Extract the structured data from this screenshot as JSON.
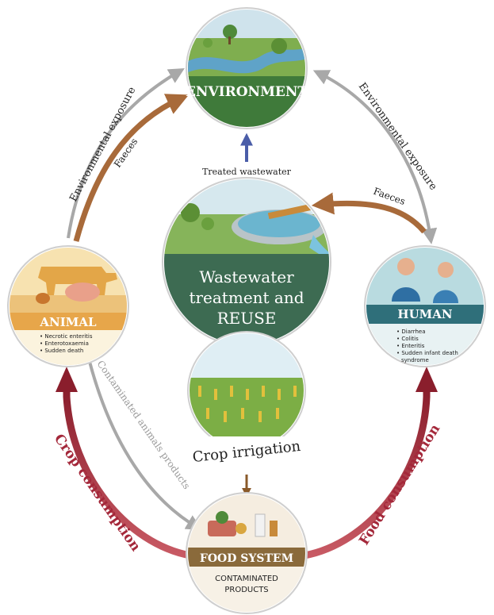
{
  "nodes": {
    "environment": {
      "title": "ENVIRONMENT"
    },
    "animal": {
      "title": "ANIMAL",
      "conditions": [
        "Necrotic enteritis",
        "Enterotoxaemia",
        "Sudden death"
      ]
    },
    "human": {
      "title": "HUMAN",
      "conditions": [
        "Diarrhea",
        "Colitis",
        "Enteritis",
        "Sudden infant death",
        "syndrome"
      ]
    },
    "wastewater": {
      "title_lines": [
        "Wastewater",
        "treatment and",
        "REUSE"
      ]
    },
    "irrigation": {
      "title": "Crop irrigation"
    },
    "food_system": {
      "title": "FOOD SYSTEM",
      "subtitle_lines": [
        "CONTAMINATED",
        "PRODUCTS"
      ]
    }
  },
  "flows": {
    "env_exposure_left": "Environmental exposure",
    "faeces_left": "Faeces",
    "env_exposure_right": "Environmental exposure",
    "faeces_right": "Faeces",
    "treated_wastewater": "Treated wastewater",
    "contaminated_animal_products": "Contaminated animals products",
    "crop_consumption": "Crop consumption",
    "food_consumption": "Food consumption"
  },
  "colors": {
    "environment_green": "#3f7a3a",
    "animal_orange": "#e7a64a",
    "human_teal": "#2f7d86",
    "wastewater_green": "#3d6b52",
    "food_brown": "#8a6a3b",
    "faeces_brown": "#a86a3a",
    "consumption_red": "#a4283a",
    "exposure_grey": "#a8a8a8",
    "treated_blue": "#4a5da8"
  }
}
